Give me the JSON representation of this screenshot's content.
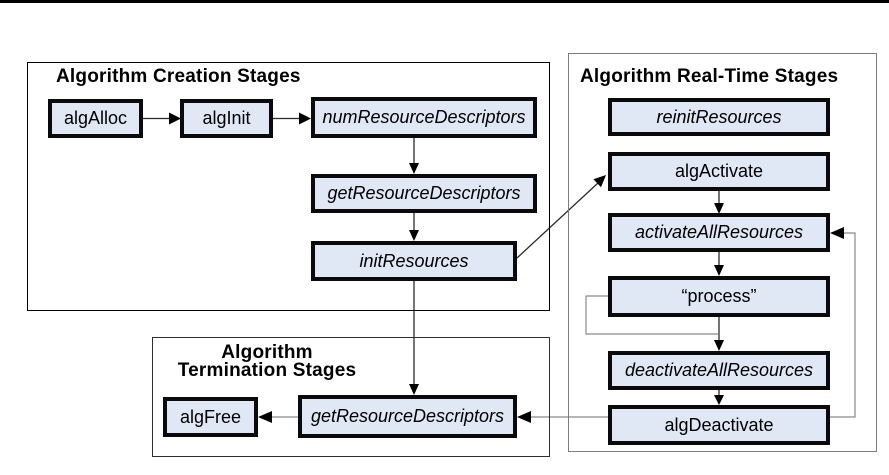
{
  "groups": {
    "creation": {
      "title": "Algorithm Creation Stages"
    },
    "realtime": {
      "title": "Algorithm Real-Time Stages"
    },
    "termination": {
      "title_line1": "Algorithm",
      "title_line2": "Termination Stages"
    }
  },
  "nodes": {
    "algAlloc": {
      "label": "algAlloc",
      "style": "normal"
    },
    "algInit": {
      "label": "algInit",
      "style": "normal"
    },
    "numResourceDescriptors": {
      "label": "numResourceDescriptors",
      "style": "italic"
    },
    "getResourceDescriptors": {
      "label": "getResourceDescriptors",
      "style": "italic"
    },
    "initResources": {
      "label": "initResources",
      "style": "italic"
    },
    "reinitResources": {
      "label": "reinitResources",
      "style": "italic"
    },
    "algActivate": {
      "label": "algActivate",
      "style": "normal"
    },
    "activateAllResources": {
      "label": "activateAllResources",
      "style": "italic"
    },
    "process": {
      "label": "“process”",
      "style": "normal"
    },
    "deactivateAllResources": {
      "label": "deactivateAllResources",
      "style": "italic"
    },
    "algDeactivate": {
      "label": "algDeactivate",
      "style": "normal"
    },
    "getResourceDescriptors2": {
      "label": "getResourceDescriptors",
      "style": "italic"
    },
    "algFree": {
      "label": "algFree",
      "style": "normal"
    }
  },
  "edges": [
    {
      "from": "algAlloc",
      "to": "algInit",
      "line": "black-arrow"
    },
    {
      "from": "algInit",
      "to": "numResourceDescriptors",
      "line": "black-arrow"
    },
    {
      "from": "numResourceDescriptors",
      "to": "getResourceDescriptors",
      "line": "black-arrow"
    },
    {
      "from": "getResourceDescriptors",
      "to": "initResources",
      "line": "black-arrow"
    },
    {
      "from": "initResources",
      "to": "algActivate",
      "line": "black-arrow-diagonal"
    },
    {
      "from": "initResources",
      "to": "getResourceDescriptors2",
      "line": "black-arrow"
    },
    {
      "from": "algActivate",
      "to": "activateAllResources",
      "line": "black-arrow"
    },
    {
      "from": "activateAllResources",
      "to": "process",
      "line": "black-arrow"
    },
    {
      "from": "process",
      "to": "process",
      "line": "gray-self-loop"
    },
    {
      "from": "process",
      "to": "deactivateAllResources",
      "line": "black-arrow"
    },
    {
      "from": "deactivateAllResources",
      "to": "algDeactivate",
      "line": "black-arrow"
    },
    {
      "from": "algDeactivate",
      "to": "activateAllResources",
      "line": "gray-feedback-arrow"
    },
    {
      "from": "algDeactivate",
      "to": "getResourceDescriptors2",
      "line": "gray-arrow"
    },
    {
      "from": "getResourceDescriptors2",
      "to": "algFree",
      "line": "gray-arrow"
    }
  ],
  "colors": {
    "node_fill": "#dfe8f4",
    "node_border": "#0a0a0a",
    "connector": "#2b2b2b",
    "gray_line": "#8a8a8a",
    "arrowhead": "#000000"
  }
}
